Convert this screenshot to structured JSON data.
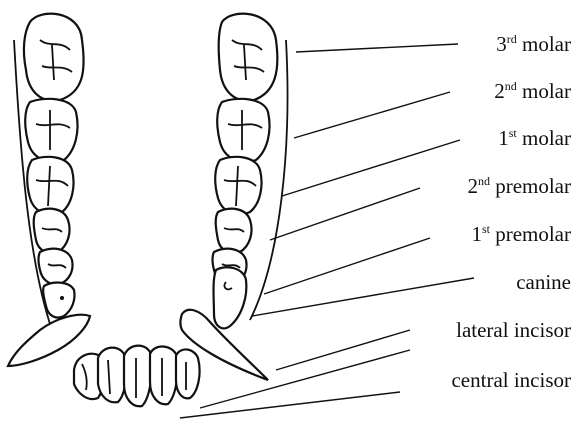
{
  "labels": {
    "molar3": {
      "ord": "3",
      "sup": "rd",
      "name": " molar"
    },
    "molar2": {
      "ord": "2",
      "sup": "nd",
      "name": " molar"
    },
    "molar1": {
      "ord": "1",
      "sup": "st",
      "name": " molar"
    },
    "premolar2": {
      "ord": "2",
      "sup": "nd",
      "name": " premolar"
    },
    "premolar1": {
      "ord": "1",
      "sup": "st",
      "name": " premolar"
    },
    "canine": "canine",
    "lateral_incisor": "lateral incisor",
    "central_incisor": "central incisor"
  }
}
